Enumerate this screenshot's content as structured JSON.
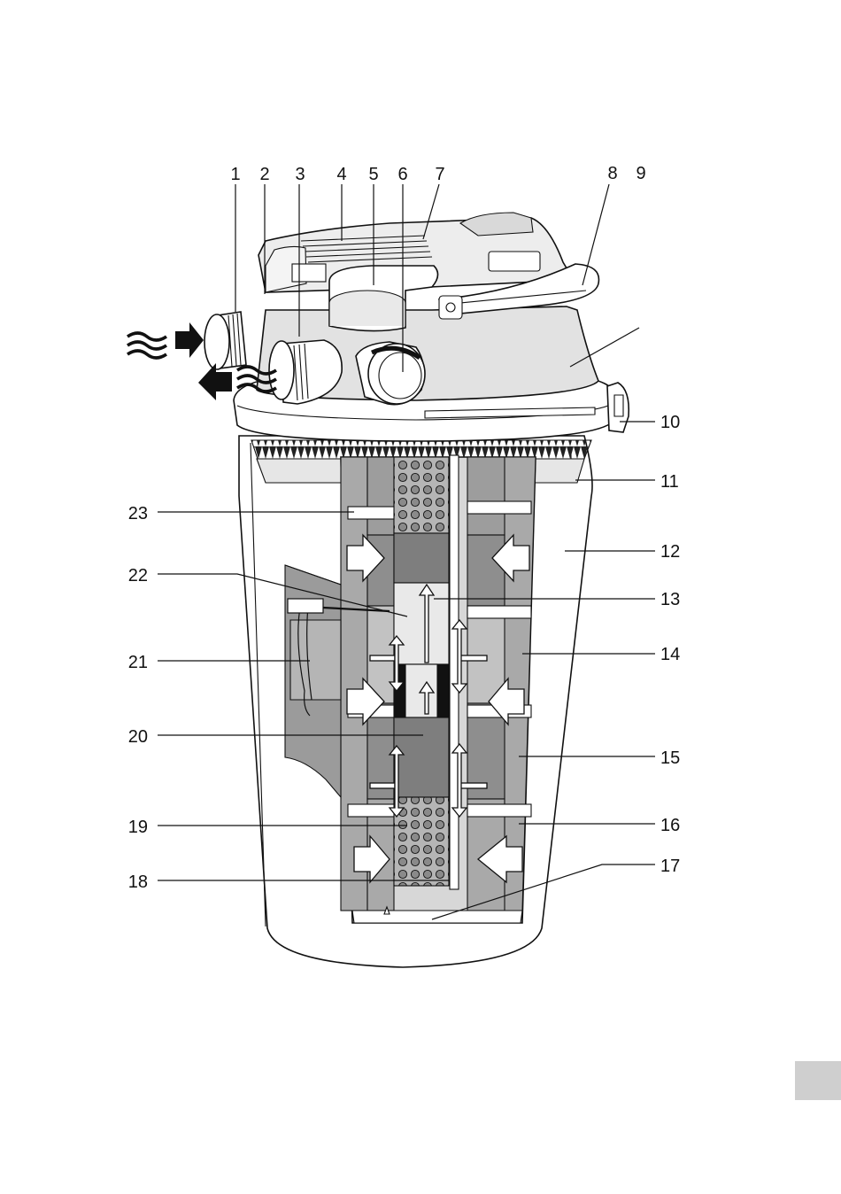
{
  "diagram": {
    "subject": "pond pressure filter cutaway with numbered callouts",
    "callouts": [
      "1",
      "2",
      "3",
      "4",
      "5",
      "6",
      "7",
      "8",
      "9",
      "10",
      "11",
      "12",
      "13",
      "14",
      "15",
      "16",
      "17",
      "18",
      "19",
      "20",
      "21",
      "22",
      "23"
    ]
  },
  "colors": {
    "line": "#111111",
    "light_gray": "#e3e3e3",
    "mid_gray": "#b9b9b9",
    "dark_gray": "#8f8f8f",
    "foam_dark": "#7f7f7f",
    "page_tab": "#cfcfcf"
  },
  "icons": [
    "water-waves-icon",
    "inflow-arrow-icon",
    "outflow-arrow-icon",
    "flow-arrow-icon"
  ]
}
